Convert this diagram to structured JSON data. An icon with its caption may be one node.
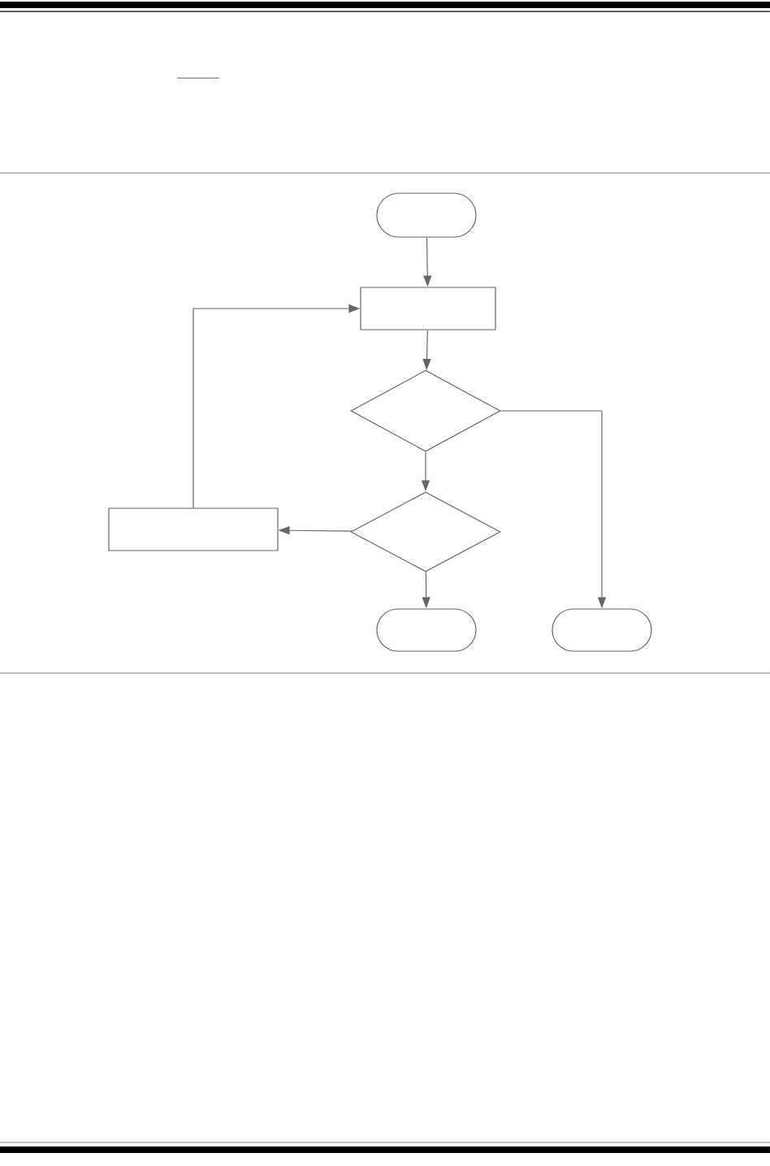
{
  "diagram": {
    "nodes": [
      {
        "text": [],
        "shape": "terminal"
      },
      {
        "text": [],
        "shape": "box"
      },
      {
        "text": [],
        "shape": "diamond"
      },
      {
        "text": [],
        "shape": "diamond"
      },
      {
        "text": [],
        "shape": "box"
      },
      {
        "text": [],
        "shape": "terminal"
      },
      {
        "text": [],
        "shape": "terminal"
      }
    ],
    "edges": [
      {
        "from": 0,
        "to": 1,
        "arrow": "to"
      },
      {
        "from": 1,
        "to": 2,
        "arrow": "to"
      },
      {
        "from": 2,
        "to": 3,
        "arrow": "to"
      },
      {
        "from": 2,
        "to": 6,
        "arrow": "to"
      },
      {
        "from": 3,
        "to": 4,
        "arrow": "to"
      },
      {
        "from": 4,
        "to": 1,
        "arrow": "to"
      },
      {
        "from": 3,
        "to": 5,
        "arrow": "to"
      }
    ]
  }
}
